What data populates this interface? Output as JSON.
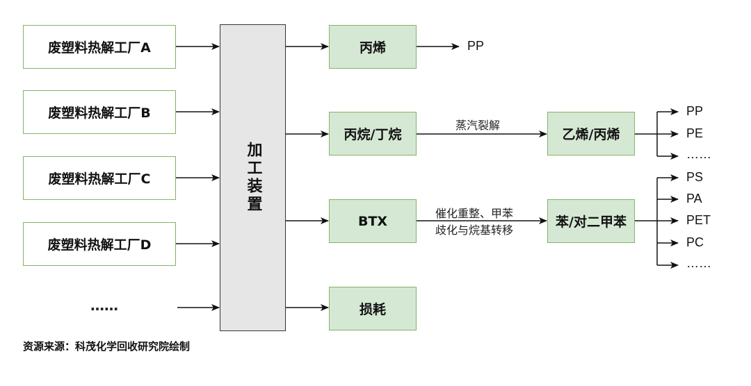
{
  "plants": [
    "废塑料热解工厂A",
    "废塑料热解工厂B",
    "废塑料热解工厂C",
    "废塑料热解工厂D"
  ],
  "plants_more": "……",
  "processor": "加工装置",
  "products": [
    "丙烯",
    "丙烷/丁烷",
    "BTX",
    "损耗"
  ],
  "propylene_output": "PP",
  "steam_cracking_label": "蒸汽裂解",
  "btx_process_label": [
    "催化重整、甲苯",
    "歧化与烷基转移"
  ],
  "olefins": "乙烯/丙烯",
  "aromatics": "苯/对二甲苯",
  "olefin_outputs": [
    "PP",
    "PE",
    "……"
  ],
  "aromatic_outputs": [
    "PS",
    "PA",
    "PET",
    "PC",
    "……"
  ],
  "source": "资源来源：科茂化学回收研究院绘制"
}
